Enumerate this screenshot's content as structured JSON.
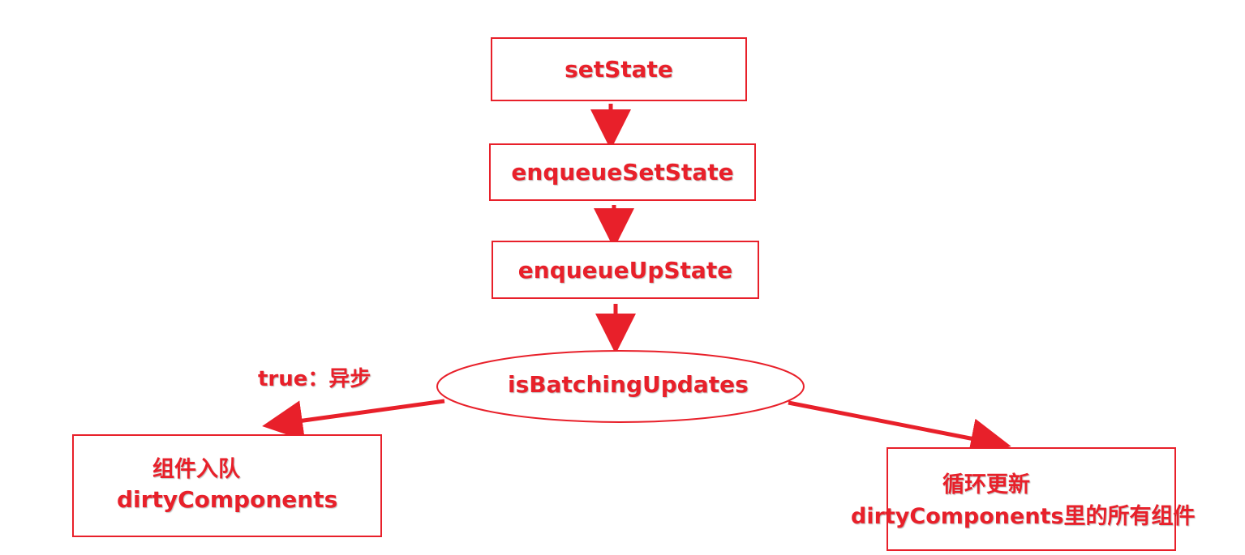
{
  "colors": {
    "accent": "#e8202a",
    "background": "#ffffff"
  },
  "nodes": {
    "setstate": "setState",
    "enqueue_set_state": "enqueueSetState",
    "enqueue_up_state": "enqueueUpState",
    "is_batching_updates": "isBatchingUpdates",
    "left_box": {
      "line1": "组件入队",
      "line2": "dirtyComponents"
    },
    "right_box": {
      "line1": "循环更新",
      "line2": "dirtyComponents里的所有组件"
    }
  },
  "edge_labels": {
    "true_branch": "true：异步"
  }
}
